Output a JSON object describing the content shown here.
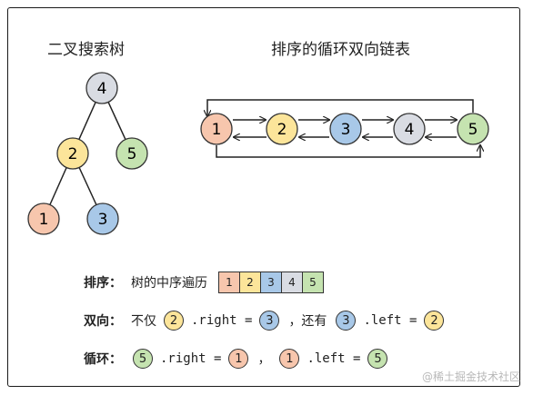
{
  "colors": {
    "1": "#f7c6ad",
    "2": "#fce59a",
    "3": "#a8c8e8",
    "4": "#d9dce3",
    "5": "#c5e3b0"
  },
  "tree": {
    "title": "二叉搜索树",
    "nodes": [
      "4",
      "2",
      "5",
      "1",
      "3"
    ]
  },
  "list": {
    "title": "排序的循环双向链表",
    "nodes": [
      "1",
      "2",
      "3",
      "4",
      "5"
    ]
  },
  "sort_row": {
    "label": "排序：",
    "text": "树的中序遍历",
    "cells": [
      "1",
      "2",
      "3",
      "4",
      "5"
    ]
  },
  "bidir_row": {
    "label": "双向：",
    "prefix": "不仅",
    "n1": "2",
    "prop1": ".right =",
    "n2": "3",
    "comma": "，还有",
    "n3": "3",
    "prop2": ".left =",
    "n4": "2"
  },
  "cycle_row": {
    "label": "循环：",
    "n1": "5",
    "prop1": ".right =",
    "n2": "1",
    "comma": "，",
    "n3": "1",
    "prop2": ".left =",
    "n4": "5"
  },
  "watermark": "@稀土掘金技术社区"
}
